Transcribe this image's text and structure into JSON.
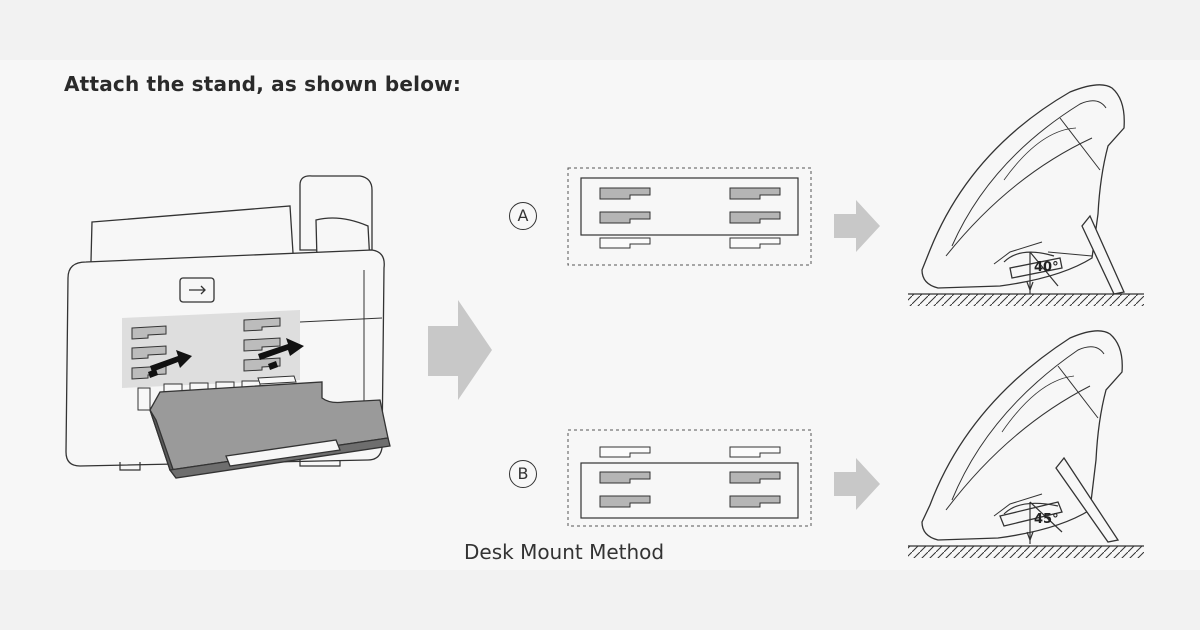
{
  "instruction_heading": "Attach the stand, as shown below:",
  "caption": "Desk Mount Method",
  "options": [
    {
      "letter": "A",
      "angle": "40°"
    },
    {
      "letter": "B",
      "angle": "45°"
    }
  ],
  "colors": {
    "line": "#333333",
    "slot_fill": "#b5b5b5",
    "arrow_fill": "#c8c8c8",
    "back_panel_shade": "#dedede"
  }
}
